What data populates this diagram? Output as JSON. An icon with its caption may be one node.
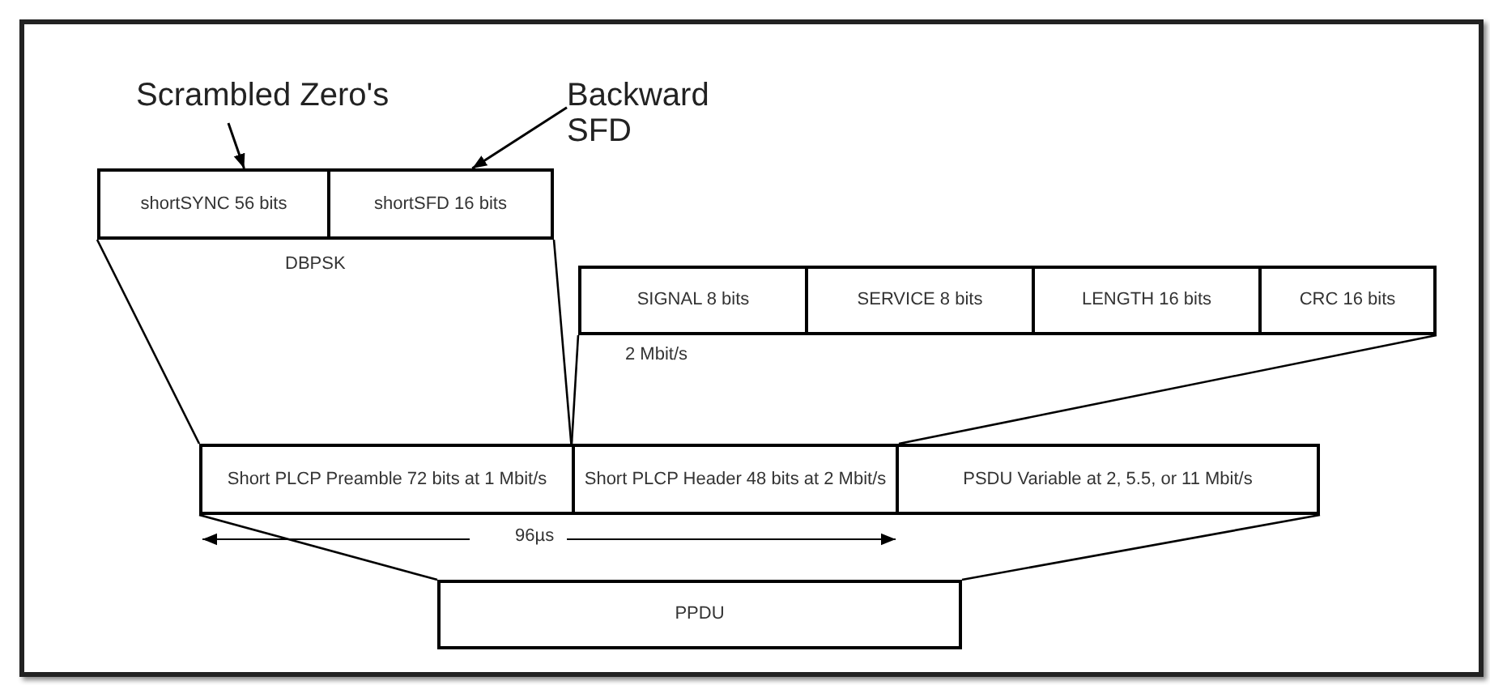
{
  "diagram": {
    "nodes": [
      {
        "text": [
          "Scrambled Zero's"
        ]
      },
      {
        "text": [
          "Backward SFD"
        ]
      },
      {
        "text": [
          "shortSYNC 56 bits"
        ]
      },
      {
        "text": [
          "shortSFD 16 bits"
        ]
      },
      {
        "text": [
          "SIGNAL 8 bits"
        ]
      },
      {
        "text": [
          "SERVICE 8 bits"
        ]
      },
      {
        "text": [
          "LENGTH 16 bits"
        ]
      },
      {
        "text": [
          "CRC 16 bits"
        ]
      },
      {
        "text": [
          "Short PLCP Preamble 72 bits at 1 Mbit/s"
        ]
      },
      {
        "text": [
          "Short PLCP Header 48 bits at 2 Mbit/s"
        ]
      },
      {
        "text": [
          "PSDU Variable at 2, 5.5, or 11 Mbit/s"
        ]
      },
      {
        "text": [
          "PPDU"
        ]
      }
    ],
    "edges": [
      {
        "from": 0,
        "to": 2,
        "arrow": "to"
      },
      {
        "from": 1,
        "to": 3,
        "arrow": "to"
      },
      {
        "from": 2,
        "to": 8,
        "arrow": "none"
      },
      {
        "from": 3,
        "to": 8,
        "arrow": "none"
      },
      {
        "from": 4,
        "to": 9,
        "arrow": "none"
      },
      {
        "from": 7,
        "to": 9,
        "arrow": "none"
      },
      {
        "from": 8,
        "to": 11,
        "arrow": "none"
      },
      {
        "from": 10,
        "to": 11,
        "arrow": "none"
      }
    ],
    "labels": [
      "DBPSK",
      "2 Mbit/s",
      "96µs"
    ]
  }
}
